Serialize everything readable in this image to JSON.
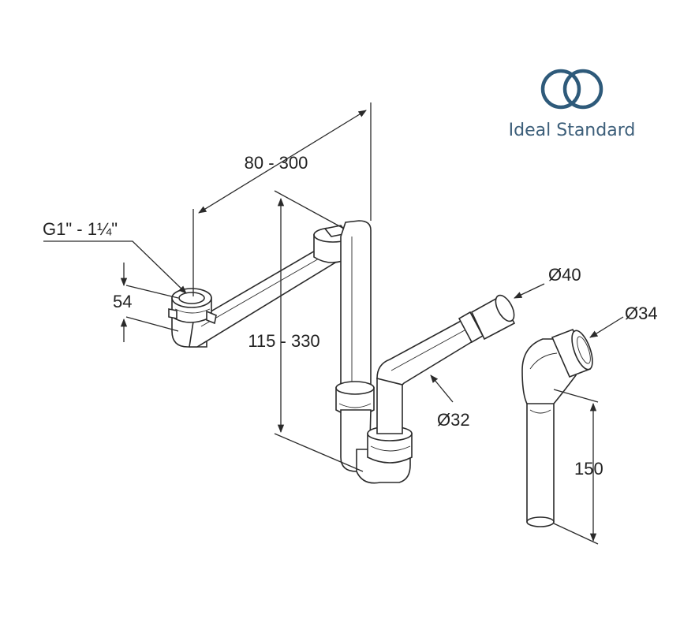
{
  "brand": {
    "name": "Ideal Standard",
    "logo_color": "#2e5a7a",
    "text_color": "#3d5f7a",
    "logo_icon": "interlocking-rings-icon"
  },
  "dimensions": {
    "thread": "G1\" - 1¼\"",
    "height_inlet": "54",
    "horizontal_length": "80 - 300",
    "vertical_height": "115 - 330",
    "outlet_diameter": "Ø40",
    "pipe_diameter": "Ø32",
    "connector_diameter": "Ø34",
    "connector_length": "150"
  },
  "colors": {
    "line": "#2a2a2a",
    "background": "#ffffff"
  }
}
